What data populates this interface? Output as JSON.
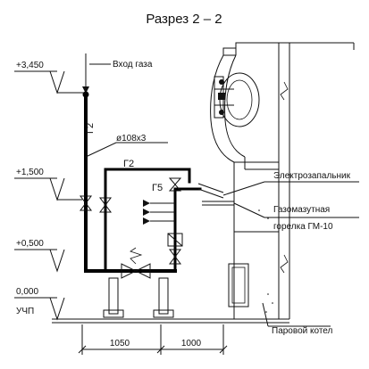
{
  "title": "Разрез 2 – 2",
  "elevations": [
    "+3,450",
    "+1,500",
    "+0,500",
    "0,000"
  ],
  "floor_label": "УЧП",
  "pipe_labels": {
    "riser": "Г2",
    "horizontal": "Г2",
    "branch": "Г5",
    "diameter": "ø108х3"
  },
  "callouts": {
    "gas_inlet": "Вход газа",
    "igniter": "Электрозапальник",
    "burner_line1": "Газомазутная",
    "burner_line2": "горелка ГМ-10",
    "boiler": "Паровой котел"
  },
  "dimensions": [
    "1050",
    "1000"
  ]
}
